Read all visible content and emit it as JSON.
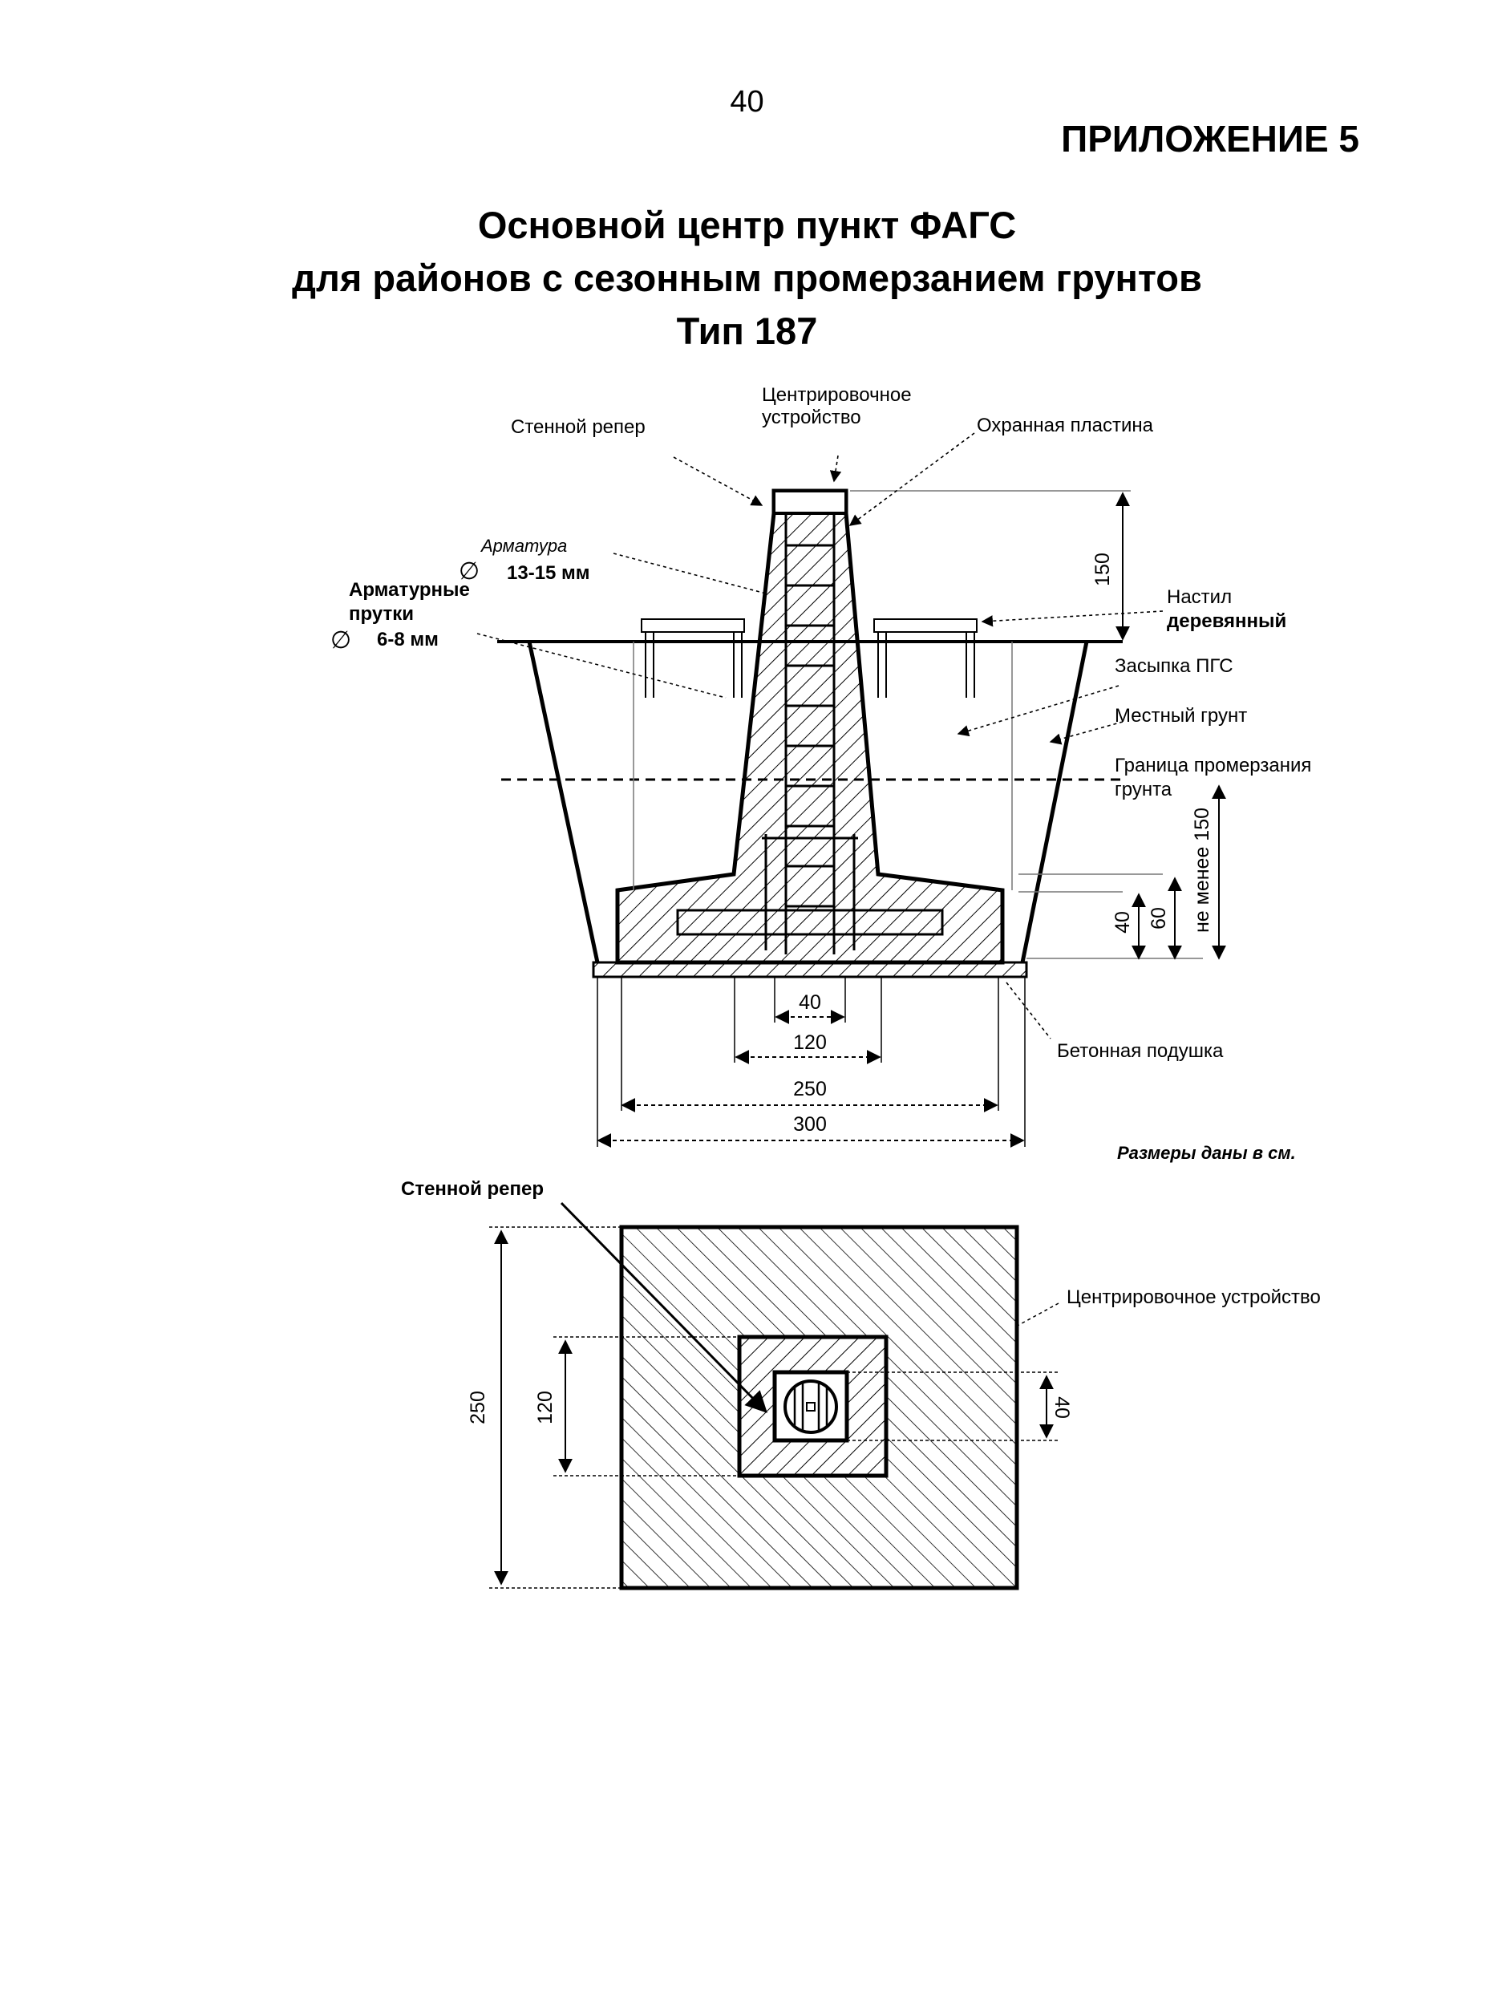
{
  "header": {
    "page_number": "40",
    "appendix": "ПРИЛОЖЕНИЕ 5",
    "title_line1": "Основной центр пункт ФАГС",
    "title_line2": "для районов с сезонным промерзанием грунтов",
    "title_line3": "Тип 187"
  },
  "section_view": {
    "labels": {
      "wall_benchmark": "Стенной репер",
      "centering_device_1": "Центрировочное",
      "centering_device_2": "устройство",
      "protective_plate": "Охранная пластина",
      "rebar_title": "Арматура",
      "rebar_size": "13-15 мм",
      "rebar_rods_1": "Арматурные",
      "rebar_rods_2": "прутки",
      "rebar_rods_size": "6-8 мм",
      "wood_deck_1": "Настил",
      "wood_deck_2": "деревянный",
      "backfill": "Засыпка ПГС",
      "local_soil": "Местный грунт",
      "frost_line_1": "Граница промерзания",
      "frost_line_2": "грунта",
      "concrete_pad": "Бетонная подушка",
      "diameter_symbol": "∅",
      "units_note": "Размеры даны в см."
    },
    "dimensions": {
      "above_ground": "150",
      "not_less_than": "не менее 150",
      "slab_60": "60",
      "slab_40": "40",
      "pillar_40": "40",
      "pillar_120": "120",
      "base_250": "250",
      "pit_300": "300"
    }
  },
  "plan_view": {
    "labels": {
      "wall_benchmark": "Стенной репер",
      "centering_device": "Центрировочное устройство"
    },
    "dimensions": {
      "side_250": "250",
      "pillar_120": "120",
      "device_40": "40"
    }
  }
}
